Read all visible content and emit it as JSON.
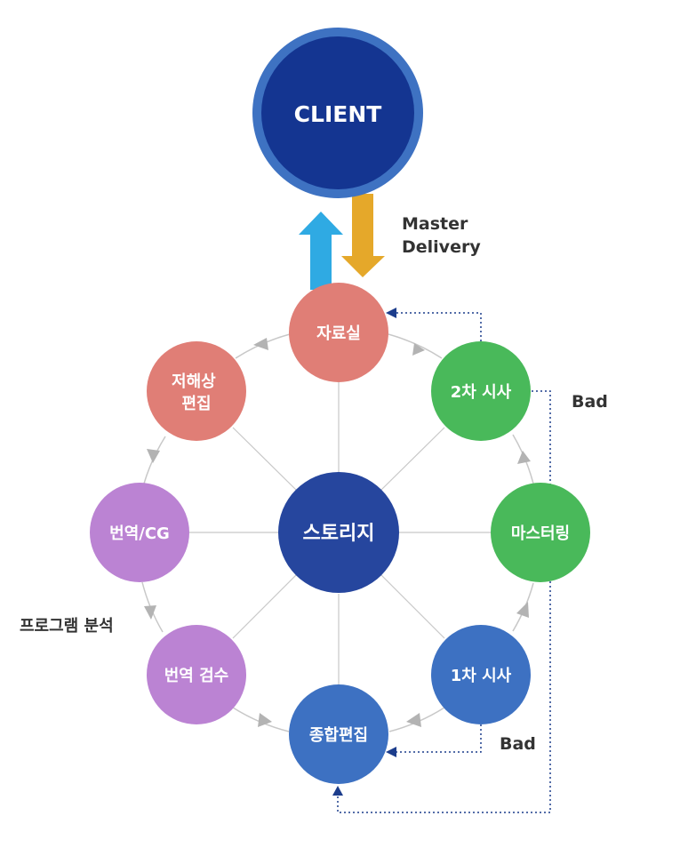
{
  "client": {
    "label": "CLIENT"
  },
  "delivery": {
    "line1": "Master",
    "line2": "Delivery"
  },
  "nodes": {
    "archive": {
      "label": "자료실"
    },
    "lowres_edit": {
      "line1": "저해상",
      "line2": "편집"
    },
    "translation_cg": {
      "label": "번역/CG"
    },
    "translation_review": {
      "label": "번역 검수"
    },
    "final_edit": {
      "label": "종합편집"
    },
    "screening_1": {
      "label": "1차 시사"
    },
    "mastering": {
      "label": "마스터링"
    },
    "screening_2": {
      "label": "2차 시사"
    },
    "storage": {
      "label": "스토리지"
    }
  },
  "labels": {
    "program_analysis": "프로그램 분석",
    "bad_top": "Bad",
    "bad_bottom": "Bad"
  },
  "colors": {
    "client_fill": "#143591",
    "client_ring": "#3e72c2",
    "salmon": "#e07e76",
    "purple": "#bb83d3",
    "green": "#49b95a",
    "blue": "#3d71c2",
    "storage": "#26469e",
    "arrow_up": "#2faae3",
    "arrow_down": "#e5a82a",
    "dotted": "#1c3d8c",
    "spoke": "#c8c8c8",
    "chevron": "#b3b3b3"
  }
}
